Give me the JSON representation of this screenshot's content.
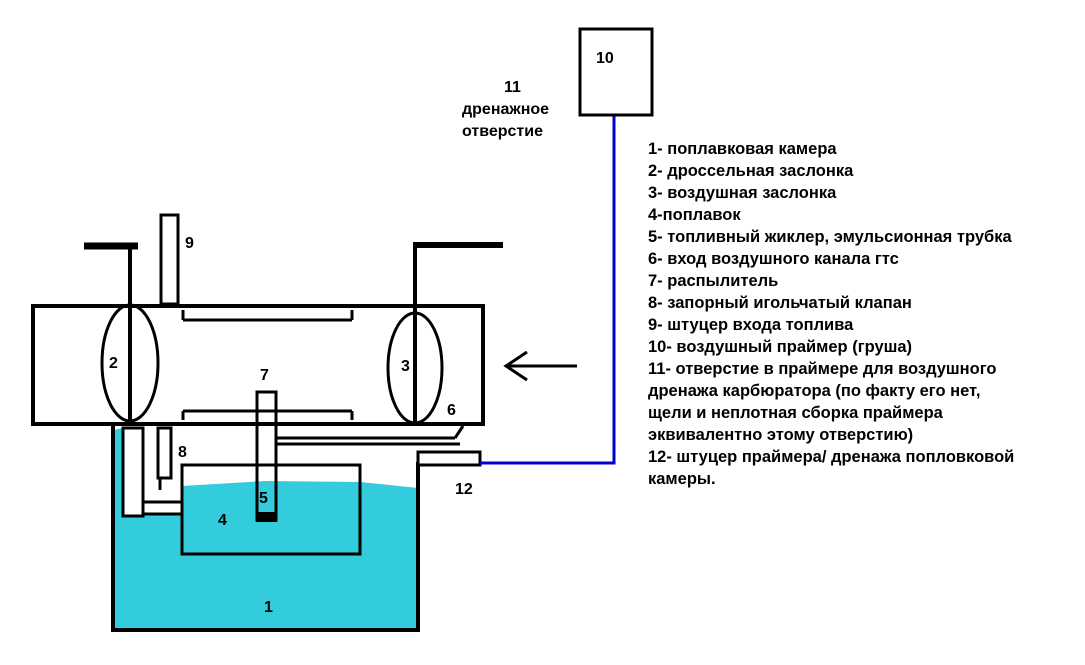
{
  "labels": {
    "n1": "1",
    "n2": "2",
    "n3": "3",
    "n4": "4",
    "n5": "5",
    "n6": "6",
    "n7": "7",
    "n8": "8",
    "n9": "9",
    "n10": "10",
    "n11_num": "11",
    "n11_line1": "дренажное",
    "n11_line2": "отверстие",
    "n12": "12"
  },
  "legend": [
    "1- поплавковая камера",
    "2- дроссельная заслонка",
    "3- воздушная заслонка",
    "4-поплавок",
    "5- топливный жиклер, эмульсионная трубка",
    "6- вход воздушного канала гтс",
    "7- распылитель",
    "8- запорный игольчатый клапан",
    "9- штуцер входа топлива",
    "10- воздушный праймер (груша)",
    "11- отверстие в праймере для воздушного",
    "дренажа карбюратора (по факту его нет,",
    "щели и неплотная сборка праймера",
    "эквивалентно этому отверстию)",
    "12- штуцер праймера/ дренажа попловковой",
    "камеры."
  ],
  "colors": {
    "fuel": "#33ccdd",
    "tube": "#0000cc",
    "line": "#000000"
  }
}
